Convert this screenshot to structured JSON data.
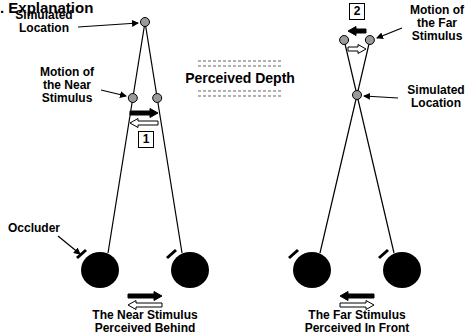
{
  "diagram": {
    "title": ". Explanation",
    "nodes": [
      {
        "text": [
          "1"
        ]
      },
      {
        "text": [
          "2"
        ]
      }
    ],
    "edges": [],
    "labels": [
      "Simulated Location",
      "Motion of the Near Stimulus",
      "Occluder",
      "Perceived Depth",
      "Motion of the Far Stimulus",
      "Simulated Location",
      "The Near Stimulus Perceived Behind",
      "The Far Stimulus Perceived In Front"
    ]
  }
}
